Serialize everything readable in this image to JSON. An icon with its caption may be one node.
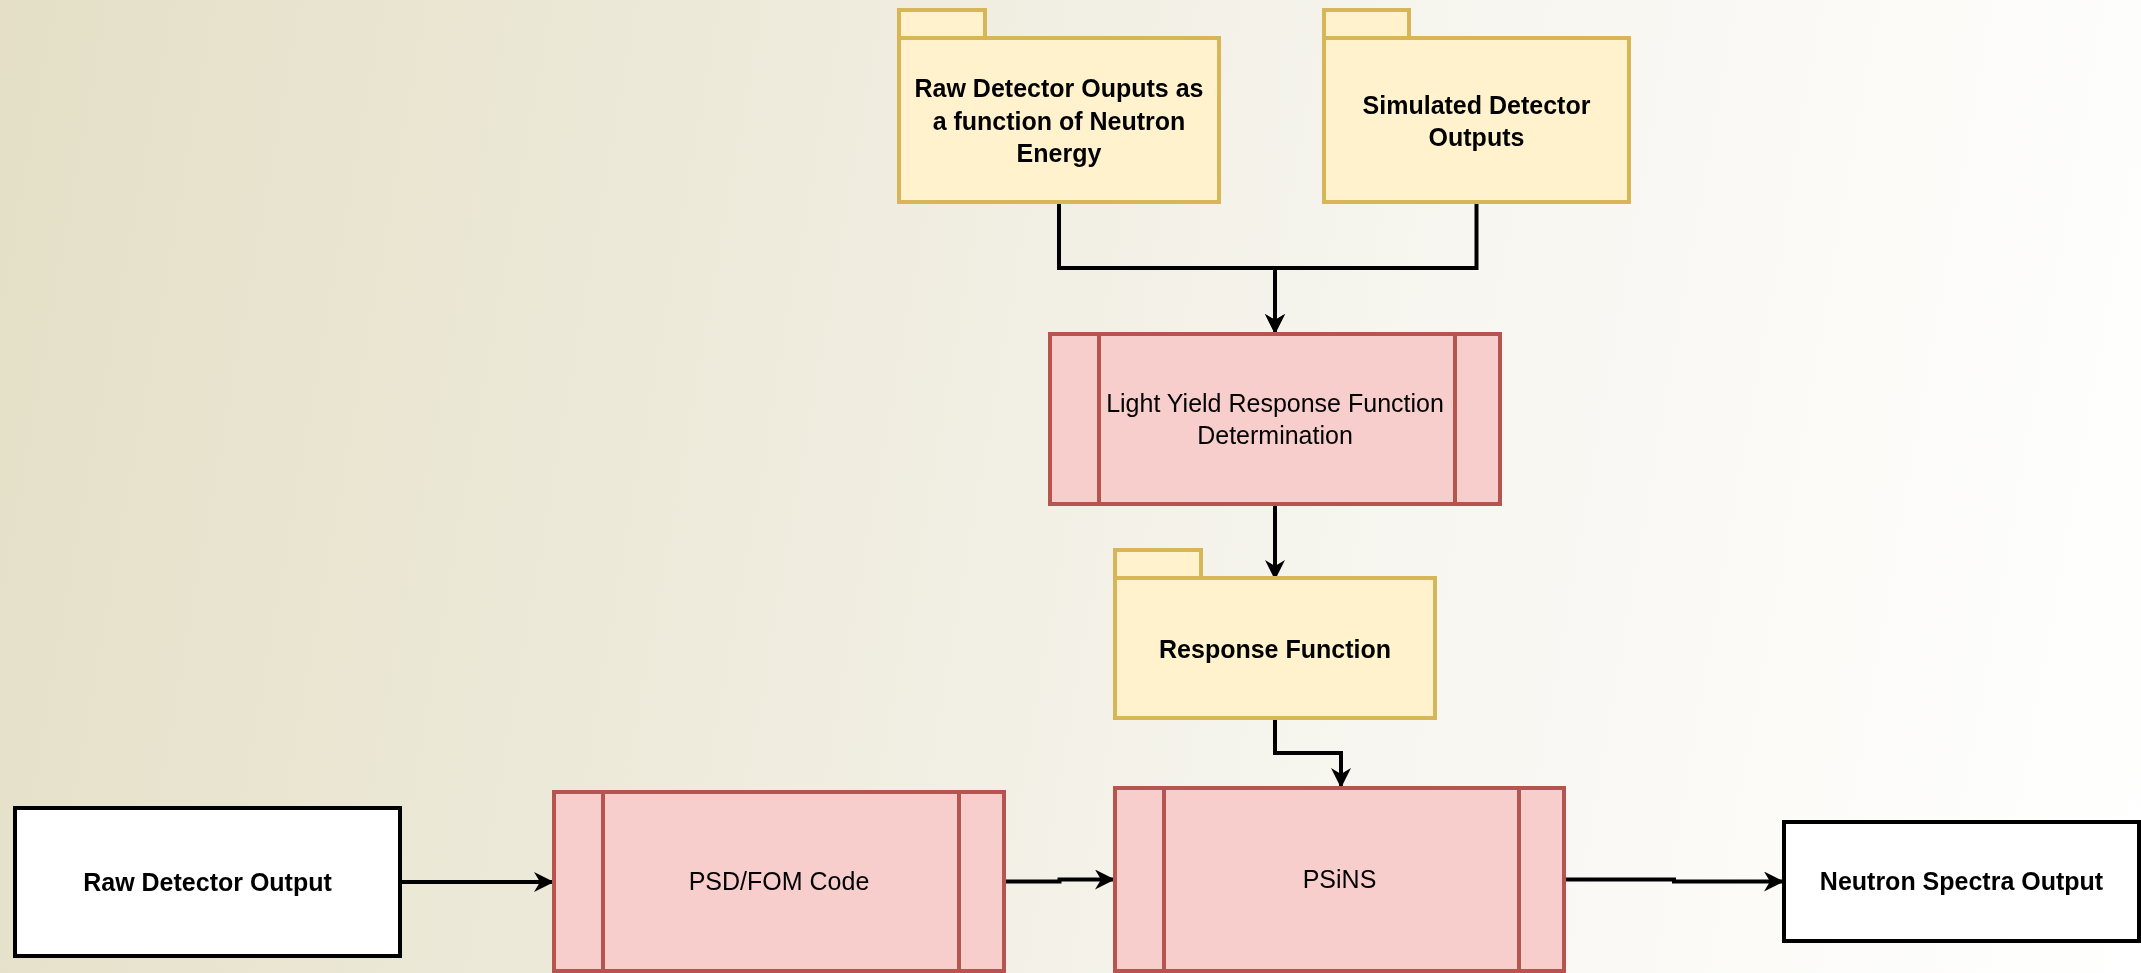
{
  "diagram": {
    "nodes": [
      {
        "text": [
          "Raw Detector Ouputs as a function of Neutron Energy"
        ]
      },
      {
        "text": [
          "Simulated Detector Outputs"
        ]
      },
      {
        "text": [
          "Light Yield Response Function Determination"
        ]
      },
      {
        "text": [
          "Response Function"
        ]
      },
      {
        "text": [
          "Raw Detector Output"
        ]
      },
      {
        "text": [
          "PSD/FOM Code"
        ]
      },
      {
        "text": [
          "PSiNS"
        ]
      },
      {
        "text": [
          "Neutron Spectra Output"
        ]
      }
    ],
    "edges": [
      {
        "from": 0,
        "to": 2,
        "arrow": "to"
      },
      {
        "from": 1,
        "to": 2,
        "arrow": "to"
      },
      {
        "from": 2,
        "to": 3,
        "arrow": "to"
      },
      {
        "from": 3,
        "to": 6,
        "arrow": "to"
      },
      {
        "from": 4,
        "to": 5,
        "arrow": "to"
      },
      {
        "from": 5,
        "to": 6,
        "arrow": "to"
      },
      {
        "from": 6,
        "to": 7,
        "arrow": "to"
      }
    ]
  }
}
